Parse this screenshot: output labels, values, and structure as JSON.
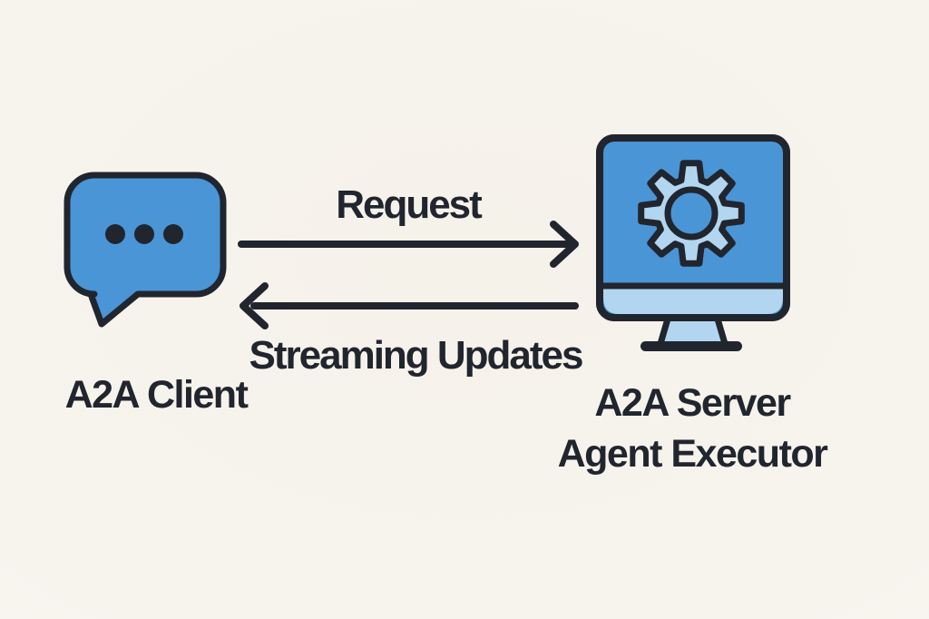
{
  "diagram": {
    "client": {
      "label": "A2A Client",
      "icon": "chat-bubble-icon"
    },
    "server": {
      "label_line1": "A2A Server",
      "label_line2": "Agent Executor",
      "icon": "monitor-gear-icon"
    },
    "arrows": {
      "request": {
        "label": "Request",
        "direction": "right"
      },
      "streaming": {
        "label": "Streaming Updates",
        "direction": "left"
      }
    }
  },
  "colors": {
    "background": "#f6f3ec",
    "primary_blue": "#4a95d6",
    "light_blue": "#b2d6f0",
    "ink": "#21252e"
  }
}
